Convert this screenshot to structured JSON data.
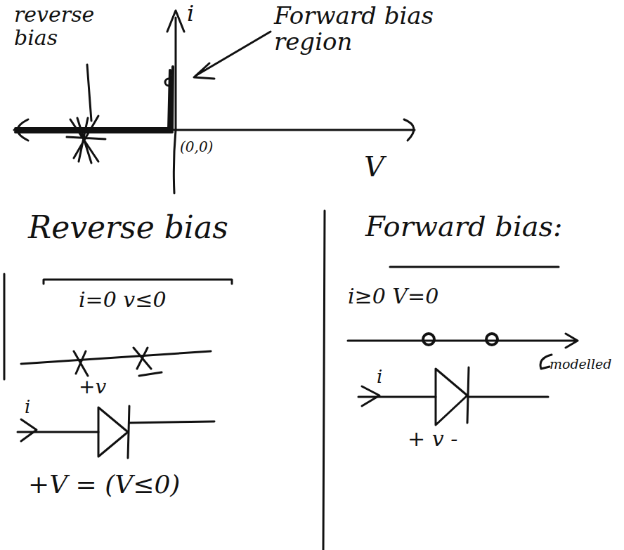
{
  "diagram": {
    "labels": [
      "reverse bias",
      "i",
      "Forward bias region",
      "(0,0)",
      "V",
      "Reverse bias",
      "i=0 v≤0",
      "i",
      "+v",
      "+V = (V≤0)",
      "Forward bias:",
      "i≥0 V=0",
      "modelled",
      "i",
      "+ v -"
    ]
  }
}
